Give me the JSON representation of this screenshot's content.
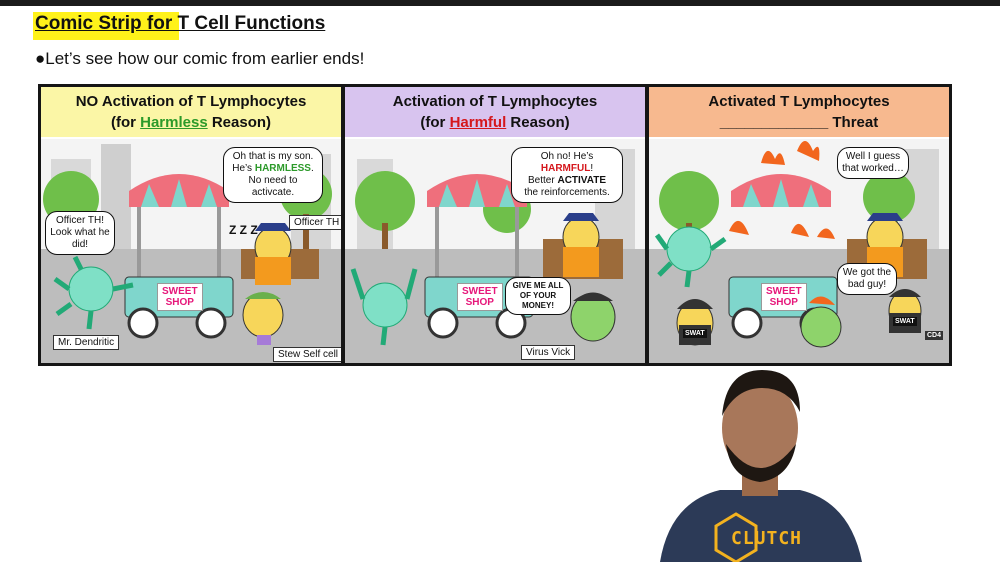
{
  "header": {
    "title": "Comic Strip for T Cell Functions",
    "subtitle": "●Let’s see how our comic from earlier ends!"
  },
  "panels": [
    {
      "title_line1": "NO Activation of T Lymphocytes",
      "title_pre": "(for ",
      "title_key": "Harmless",
      "title_post": " Reason)",
      "bubble_left": "Officer TH! Look what he did!",
      "bubble_main_1": "Oh that is my son.",
      "bubble_main_2a": "He’s ",
      "bubble_main_2b": "HARMLESS",
      "bubble_main_2c": ".",
      "bubble_main_3": "No need to activcate.",
      "sleep_text": "Z Z Z",
      "officer_label": "Officer TH",
      "shop_line1": "SWEET",
      "shop_line2": "SHOP",
      "label_dendritic": "Mr. Dendritic",
      "label_self": "Stew Self cell"
    },
    {
      "title_line1": "Activation of T Lymphocytes",
      "title_pre": "(for ",
      "title_key": "Harmful",
      "title_post": " Reason)",
      "bubble_main_1a": "Oh no! He’s ",
      "bubble_main_1b": "HARMFUL",
      "bubble_main_1c": "!",
      "bubble_main_2a": "Better ",
      "bubble_main_2b": "ACTIVATE",
      "bubble_main_3": "the reinforcements.",
      "bubble_virus": "GIVE ME ALL OF YOUR MONEY!",
      "shop_line1": "SWEET",
      "shop_line2": "SHOP",
      "label_virus": "Virus Vick"
    },
    {
      "title_line1": "Activated T Lymphocytes",
      "title_line2": "_____________ Threat",
      "bubble_main": "Well I guess that worked…",
      "bubble_swat": "We got the bad guy!",
      "shop_line1": "SWEET",
      "shop_line2": "SHOP",
      "badge_swat": "SWAT",
      "badge_cd4": "CD4"
    }
  ],
  "branding": {
    "logo": "CLUTCH"
  },
  "colors": {
    "highlight": "#fff21a",
    "harmless": "#2c9a2a",
    "harmful": "#d5171c",
    "header1": "#fbf6a6",
    "header2": "#d8c4ef",
    "header3": "#f7b98f",
    "logo": "#f3b21f"
  }
}
